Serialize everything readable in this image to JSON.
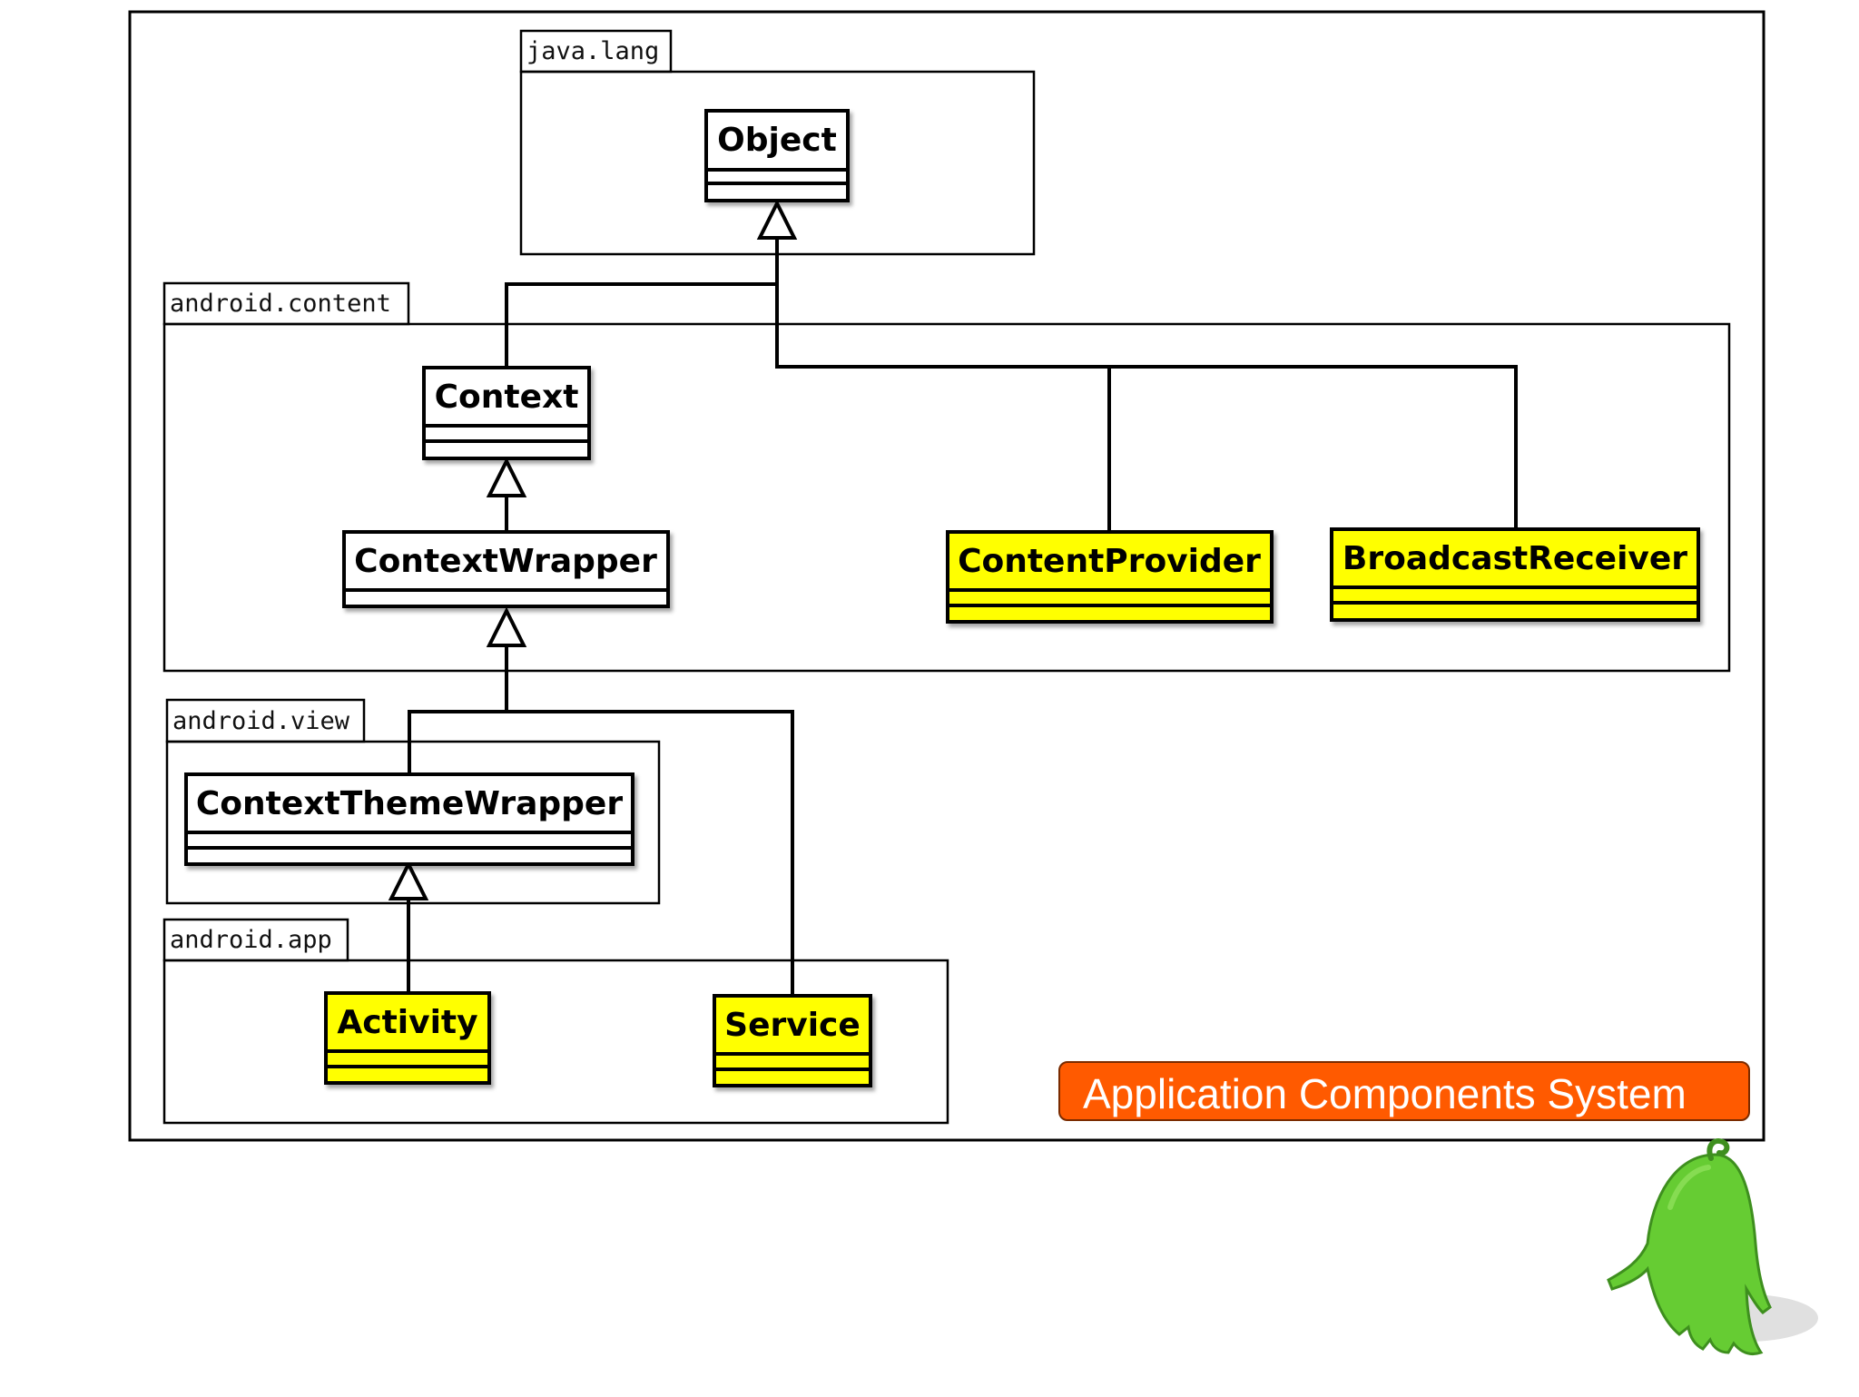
{
  "diagram": {
    "packages": {
      "java_lang": "java.lang",
      "android_content": "android.content",
      "android_view": "android.view",
      "android_app": "android.app"
    },
    "classes": {
      "object": "Object",
      "context": "Context",
      "context_wrapper": "ContextWrapper",
      "content_provider": "ContentProvider",
      "broadcast_receiver": "BroadcastReceiver",
      "context_theme_wrapper": "ContextThemeWrapper",
      "activity": "Activity",
      "service": "Service"
    },
    "banner": "Application Components System"
  },
  "colors": {
    "component_fill": "#ffff00",
    "class_fill": "#ffffff",
    "banner_fill": "#ff5a00",
    "mascot": "#66cc33"
  },
  "icons": {
    "mascot": "green-android-mascot"
  }
}
